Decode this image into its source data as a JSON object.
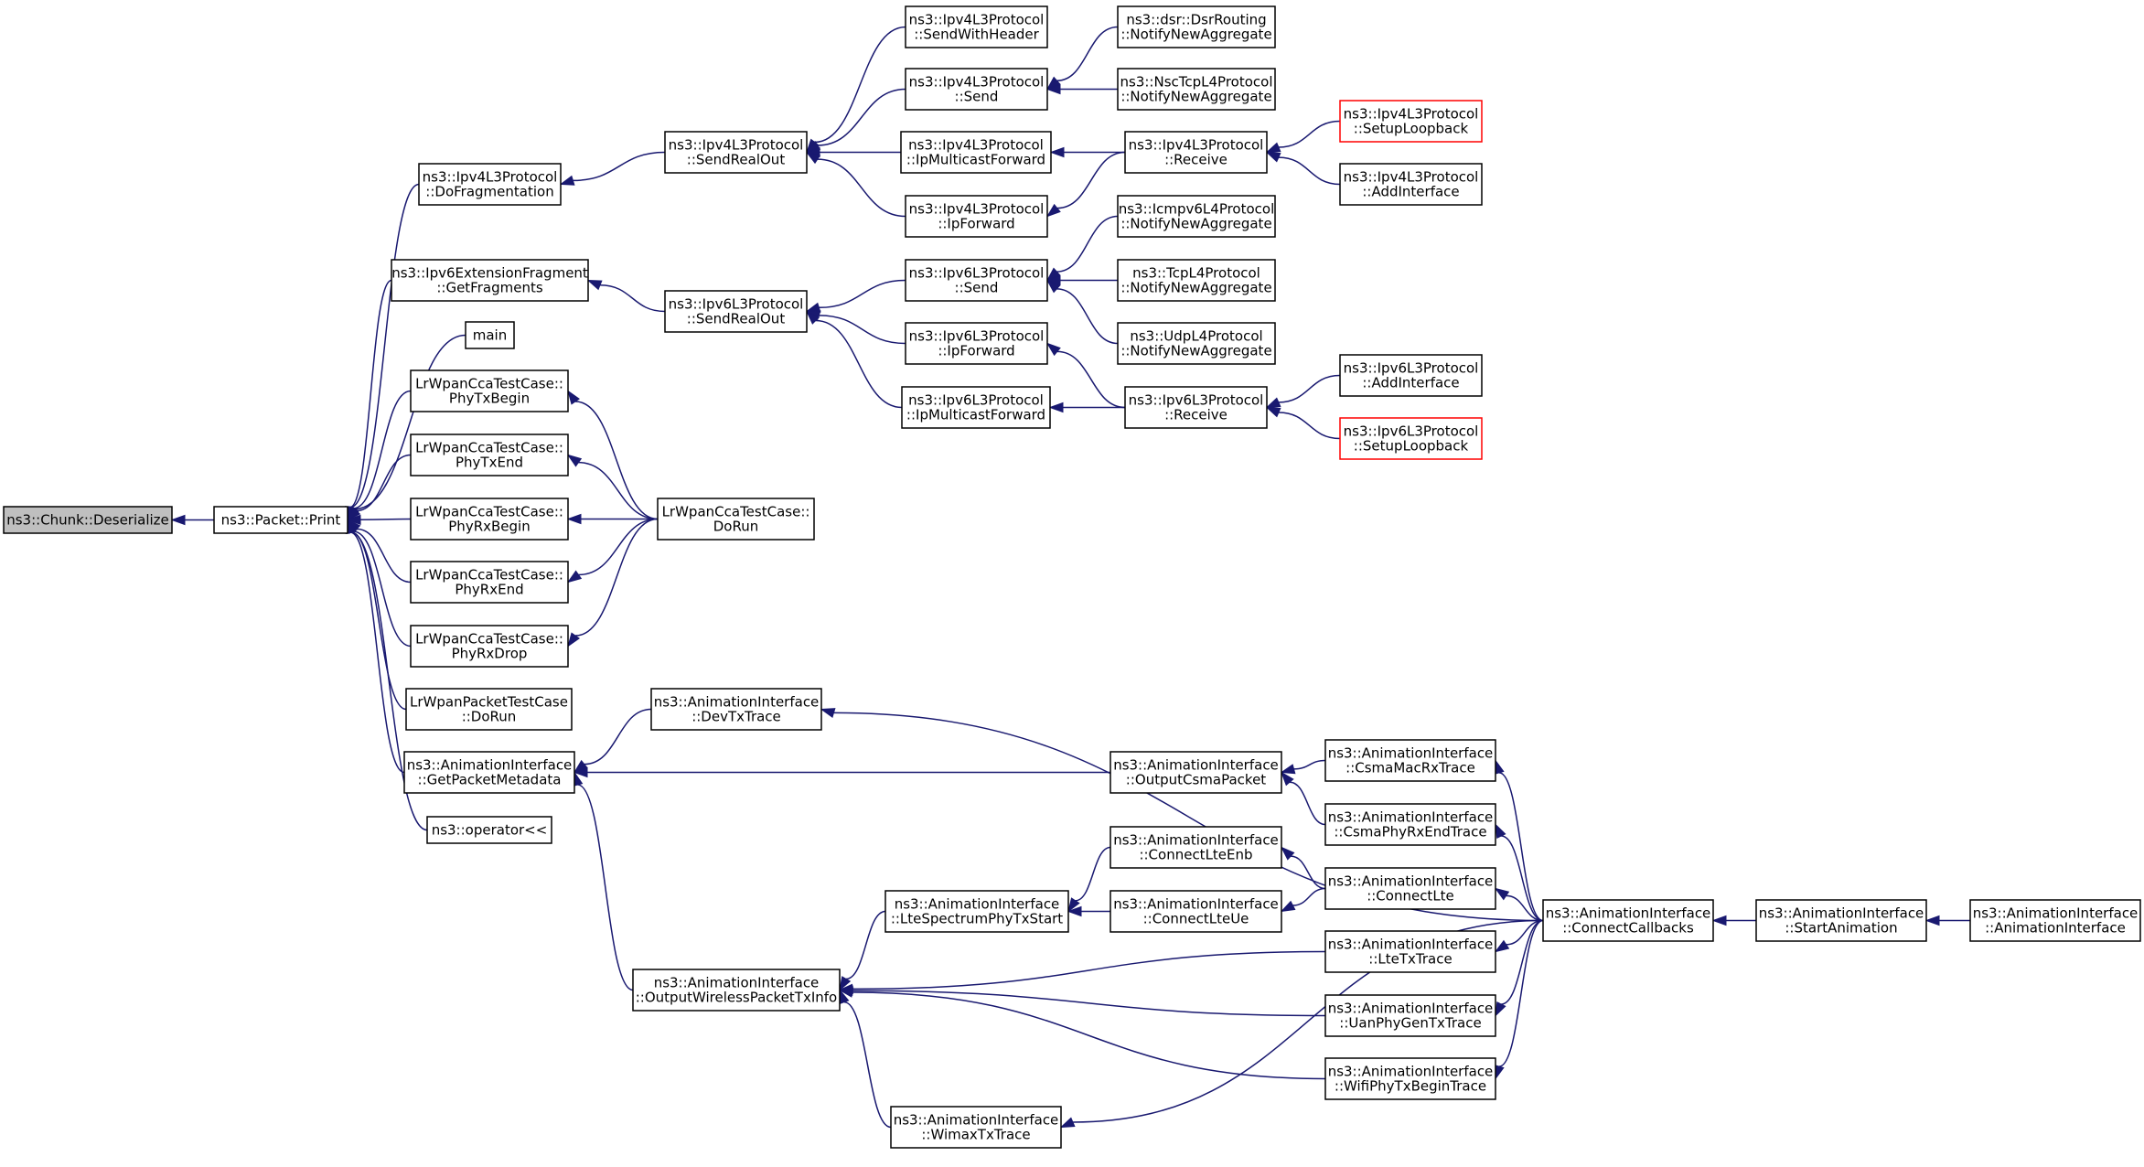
{
  "colors": {
    "edge": "#191970",
    "root_fill": "#bfbfbf",
    "highlight_border": "#ff0000"
  },
  "nodes": [
    {
      "id": "deserialize",
      "lines": [
        "ns3::Chunk::Deserialize"
      ],
      "style": "root"
    },
    {
      "id": "print",
      "lines": [
        "ns3::Packet::Print"
      ]
    },
    {
      "id": "ipv4DoFrag",
      "lines": [
        "ns3::Ipv4L3Protocol",
        "::DoFragmentation"
      ]
    },
    {
      "id": "ipv6ExtGetFrag",
      "lines": [
        "ns3::Ipv6ExtensionFragment",
        "::GetFragments"
      ]
    },
    {
      "id": "main",
      "lines": [
        "main"
      ]
    },
    {
      "id": "lrPhyTxBegin",
      "lines": [
        "LrWpanCcaTestCase::",
        "PhyTxBegin"
      ]
    },
    {
      "id": "lrPhyTxEnd",
      "lines": [
        "LrWpanCcaTestCase::",
        "PhyTxEnd"
      ]
    },
    {
      "id": "lrPhyRxBegin",
      "lines": [
        "LrWpanCcaTestCase::",
        "PhyRxBegin"
      ]
    },
    {
      "id": "lrPhyRxEnd",
      "lines": [
        "LrWpanCcaTestCase::",
        "PhyRxEnd"
      ]
    },
    {
      "id": "lrPhyRxDrop",
      "lines": [
        "LrWpanCcaTestCase::",
        "PhyRxDrop"
      ]
    },
    {
      "id": "lrPacketDoRun",
      "lines": [
        "LrWpanPacketTestCase",
        "::DoRun"
      ]
    },
    {
      "id": "aiGetPktMeta",
      "lines": [
        "ns3::AnimationInterface",
        "::GetPacketMetadata"
      ]
    },
    {
      "id": "operatorOut",
      "lines": [
        "ns3::operator<<"
      ]
    },
    {
      "id": "ipv4SendRealOut",
      "lines": [
        "ns3::Ipv4L3Protocol",
        "::SendRealOut"
      ]
    },
    {
      "id": "ipv6SendRealOut",
      "lines": [
        "ns3::Ipv6L3Protocol",
        "::SendRealOut"
      ]
    },
    {
      "id": "lrCcaDoRun",
      "lines": [
        "LrWpanCcaTestCase::",
        "DoRun"
      ]
    },
    {
      "id": "aiDevTxTrace",
      "lines": [
        "ns3::AnimationInterface",
        "::DevTxTrace"
      ]
    },
    {
      "id": "aiOutWifiTxInfo",
      "lines": [
        "ns3::AnimationInterface",
        "::OutputWirelessPacketTxInfo"
      ]
    },
    {
      "id": "ipv4SendWithHeader",
      "lines": [
        "ns3::Ipv4L3Protocol",
        "::SendWithHeader"
      ]
    },
    {
      "id": "ipv4Send",
      "lines": [
        "ns3::Ipv4L3Protocol",
        "::Send"
      ]
    },
    {
      "id": "ipv4IpMcastFwd",
      "lines": [
        "ns3::Ipv4L3Protocol",
        "::IpMulticastForward"
      ]
    },
    {
      "id": "ipv4IpFwd",
      "lines": [
        "ns3::Ipv4L3Protocol",
        "::IpForward"
      ]
    },
    {
      "id": "ipv6Send",
      "lines": [
        "ns3::Ipv6L3Protocol",
        "::Send"
      ]
    },
    {
      "id": "ipv6IpFwd",
      "lines": [
        "ns3::Ipv6L3Protocol",
        "::IpForward"
      ]
    },
    {
      "id": "ipv6IpMcastFwd",
      "lines": [
        "ns3::Ipv6L3Protocol",
        "::IpMulticastForward"
      ]
    },
    {
      "id": "aiLteSpecPhyTxStart",
      "lines": [
        "ns3::AnimationInterface",
        "::LteSpectrumPhyTxStart"
      ]
    },
    {
      "id": "aiWimaxTxTrace",
      "lines": [
        "ns3::AnimationInterface",
        "::WimaxTxTrace"
      ]
    },
    {
      "id": "dsrNotify",
      "lines": [
        "ns3::dsr::DsrRouting",
        "::NotifyNewAggregate"
      ]
    },
    {
      "id": "nscNotify",
      "lines": [
        "ns3::NscTcpL4Protocol",
        "::NotifyNewAggregate"
      ]
    },
    {
      "id": "ipv4Receive",
      "lines": [
        "ns3::Ipv4L3Protocol",
        "::Receive"
      ]
    },
    {
      "id": "icmpv6Notify",
      "lines": [
        "ns3::Icmpv6L4Protocol",
        "::NotifyNewAggregate"
      ]
    },
    {
      "id": "tcpNotify",
      "lines": [
        "ns3::TcpL4Protocol",
        "::NotifyNewAggregate"
      ]
    },
    {
      "id": "udpNotify",
      "lines": [
        "ns3::UdpL4Protocol",
        "::NotifyNewAggregate"
      ]
    },
    {
      "id": "ipv6Receive",
      "lines": [
        "ns3::Ipv6L3Protocol",
        "::Receive"
      ]
    },
    {
      "id": "aiOutCsmaPkt",
      "lines": [
        "ns3::AnimationInterface",
        "::OutputCsmaPacket"
      ]
    },
    {
      "id": "aiConnectLteEnb",
      "lines": [
        "ns3::AnimationInterface",
        "::ConnectLteEnb"
      ]
    },
    {
      "id": "aiConnectLteUe",
      "lines": [
        "ns3::AnimationInterface",
        "::ConnectLteUe"
      ]
    },
    {
      "id": "ipv4SetupLoopback",
      "lines": [
        "ns3::Ipv4L3Protocol",
        "::SetupLoopback"
      ],
      "style": "red"
    },
    {
      "id": "ipv4AddIface",
      "lines": [
        "ns3::Ipv4L3Protocol",
        "::AddInterface"
      ]
    },
    {
      "id": "ipv6AddIface",
      "lines": [
        "ns3::Ipv6L3Protocol",
        "::AddInterface"
      ]
    },
    {
      "id": "ipv6SetupLoopback",
      "lines": [
        "ns3::Ipv6L3Protocol",
        "::SetupLoopback"
      ],
      "style": "red"
    },
    {
      "id": "aiCsmaMacRx",
      "lines": [
        "ns3::AnimationInterface",
        "::CsmaMacRxTrace"
      ]
    },
    {
      "id": "aiCsmaPhyRxEnd",
      "lines": [
        "ns3::AnimationInterface",
        "::CsmaPhyRxEndTrace"
      ]
    },
    {
      "id": "aiConnectLte",
      "lines": [
        "ns3::AnimationInterface",
        "::ConnectLte"
      ]
    },
    {
      "id": "aiLteTxTrace",
      "lines": [
        "ns3::AnimationInterface",
        "::LteTxTrace"
      ]
    },
    {
      "id": "aiUanPhyGenTx",
      "lines": [
        "ns3::AnimationInterface",
        "::UanPhyGenTxTrace"
      ]
    },
    {
      "id": "aiWifiPhyTxBegin",
      "lines": [
        "ns3::AnimationInterface",
        "::WifiPhyTxBeginTrace"
      ]
    },
    {
      "id": "aiConnectCallbacks",
      "lines": [
        "ns3::AnimationInterface",
        "::ConnectCallbacks"
      ]
    },
    {
      "id": "aiStartAnimation",
      "lines": [
        "ns3::AnimationInterface",
        "::StartAnimation"
      ]
    },
    {
      "id": "aiCtor",
      "lines": [
        "ns3::AnimationInterface",
        "::AnimationInterface"
      ]
    }
  ],
  "edges": [
    {
      "from": "print",
      "to": "deserialize"
    },
    {
      "from": "ipv4DoFrag",
      "to": "print"
    },
    {
      "from": "ipv6ExtGetFrag",
      "to": "print"
    },
    {
      "from": "main",
      "to": "print"
    },
    {
      "from": "lrPhyTxBegin",
      "to": "print"
    },
    {
      "from": "lrPhyTxEnd",
      "to": "print"
    },
    {
      "from": "lrPhyRxBegin",
      "to": "print"
    },
    {
      "from": "lrPhyRxEnd",
      "to": "print"
    },
    {
      "from": "lrPhyRxDrop",
      "to": "print"
    },
    {
      "from": "lrPacketDoRun",
      "to": "print"
    },
    {
      "from": "aiGetPktMeta",
      "to": "print"
    },
    {
      "from": "operatorOut",
      "to": "print"
    },
    {
      "from": "ipv4SendRealOut",
      "to": "ipv4DoFrag"
    },
    {
      "from": "ipv6SendRealOut",
      "to": "ipv6ExtGetFrag"
    },
    {
      "from": "lrCcaDoRun",
      "to": "lrPhyTxBegin"
    },
    {
      "from": "lrCcaDoRun",
      "to": "lrPhyTxEnd"
    },
    {
      "from": "lrCcaDoRun",
      "to": "lrPhyRxBegin"
    },
    {
      "from": "lrCcaDoRun",
      "to": "lrPhyRxEnd"
    },
    {
      "from": "lrCcaDoRun",
      "to": "lrPhyRxDrop"
    },
    {
      "from": "aiDevTxTrace",
      "to": "aiGetPktMeta"
    },
    {
      "from": "aiOutCsmaPkt",
      "to": "aiGetPktMeta"
    },
    {
      "from": "aiOutWifiTxInfo",
      "to": "aiGetPktMeta"
    },
    {
      "from": "ipv4SendWithHeader",
      "to": "ipv4SendRealOut"
    },
    {
      "from": "ipv4Send",
      "to": "ipv4SendRealOut"
    },
    {
      "from": "ipv4IpMcastFwd",
      "to": "ipv4SendRealOut"
    },
    {
      "from": "ipv4IpFwd",
      "to": "ipv4SendRealOut"
    },
    {
      "from": "ipv6Send",
      "to": "ipv6SendRealOut"
    },
    {
      "from": "ipv6IpFwd",
      "to": "ipv6SendRealOut"
    },
    {
      "from": "ipv6IpMcastFwd",
      "to": "ipv6SendRealOut"
    },
    {
      "from": "dsrNotify",
      "to": "ipv4Send"
    },
    {
      "from": "nscNotify",
      "to": "ipv4Send"
    },
    {
      "from": "ipv4Receive",
      "to": "ipv4IpMcastFwd"
    },
    {
      "from": "ipv4Receive",
      "to": "ipv4IpFwd"
    },
    {
      "from": "ipv4SetupLoopback",
      "to": "ipv4Receive"
    },
    {
      "from": "ipv4AddIface",
      "to": "ipv4Receive"
    },
    {
      "from": "icmpv6Notify",
      "to": "ipv6Send"
    },
    {
      "from": "tcpNotify",
      "to": "ipv6Send"
    },
    {
      "from": "udpNotify",
      "to": "ipv6Send"
    },
    {
      "from": "ipv6Receive",
      "to": "ipv6IpFwd"
    },
    {
      "from": "ipv6Receive",
      "to": "ipv6IpMcastFwd"
    },
    {
      "from": "ipv6AddIface",
      "to": "ipv6Receive"
    },
    {
      "from": "ipv6SetupLoopback",
      "to": "ipv6Receive"
    },
    {
      "from": "aiConnectCallbacks",
      "to": "aiDevTxTrace"
    },
    {
      "from": "aiCsmaMacRx",
      "to": "aiOutCsmaPkt"
    },
    {
      "from": "aiCsmaPhyRxEnd",
      "to": "aiOutCsmaPkt"
    },
    {
      "from": "aiLteSpecPhyTxStart",
      "to": "aiOutWifiTxInfo"
    },
    {
      "from": "aiLteTxTrace",
      "to": "aiOutWifiTxInfo"
    },
    {
      "from": "aiUanPhyGenTx",
      "to": "aiOutWifiTxInfo"
    },
    {
      "from": "aiWifiPhyTxBegin",
      "to": "aiOutWifiTxInfo"
    },
    {
      "from": "aiWimaxTxTrace",
      "to": "aiOutWifiTxInfo"
    },
    {
      "from": "aiConnectLteEnb",
      "to": "aiLteSpecPhyTxStart"
    },
    {
      "from": "aiConnectLteUe",
      "to": "aiLteSpecPhyTxStart"
    },
    {
      "from": "aiConnectLte",
      "to": "aiConnectLteEnb"
    },
    {
      "from": "aiConnectLte",
      "to": "aiConnectLteUe"
    },
    {
      "from": "aiConnectCallbacks",
      "to": "aiCsmaMacRx"
    },
    {
      "from": "aiConnectCallbacks",
      "to": "aiCsmaPhyRxEnd"
    },
    {
      "from": "aiConnectCallbacks",
      "to": "aiConnectLte"
    },
    {
      "from": "aiConnectCallbacks",
      "to": "aiLteTxTrace"
    },
    {
      "from": "aiConnectCallbacks",
      "to": "aiUanPhyGenTx"
    },
    {
      "from": "aiConnectCallbacks",
      "to": "aiWifiPhyTxBegin"
    },
    {
      "from": "aiConnectCallbacks",
      "to": "aiWimaxTxTrace"
    },
    {
      "from": "aiStartAnimation",
      "to": "aiConnectCallbacks"
    },
    {
      "from": "aiCtor",
      "to": "aiStartAnimation"
    }
  ]
}
